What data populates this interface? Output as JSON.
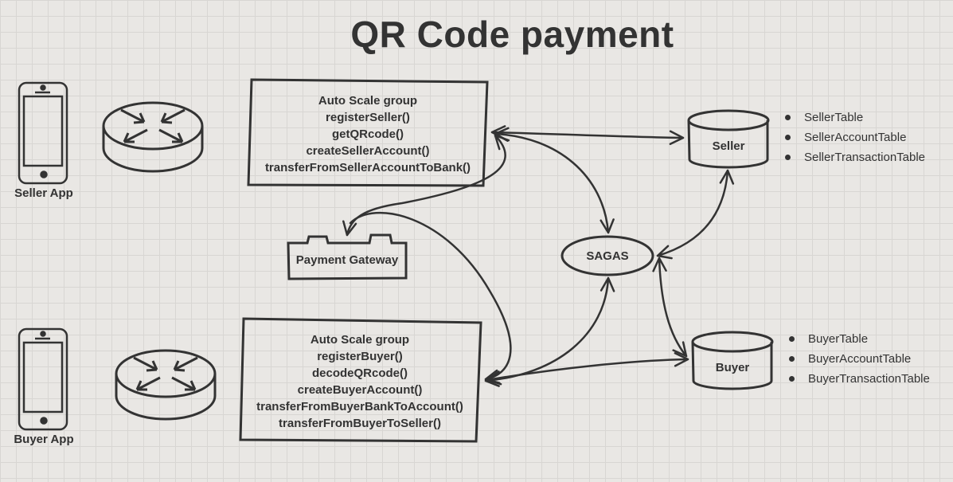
{
  "title": "QR Code payment",
  "seller_app": {
    "label": "Seller App"
  },
  "buyer_app": {
    "label": "Buyer App"
  },
  "seller_service": {
    "lines": [
      "Auto Scale group",
      "registerSeller()",
      "getQRcode()",
      "createSellerAccount()",
      "transferFromSellerAccountToBank()"
    ]
  },
  "buyer_service": {
    "lines": [
      "Auto Scale group",
      "registerBuyer()",
      "decodeQRcode()",
      "createBuyerAccount()",
      "transferFromBuyerBankToAccount()",
      "transferFromBuyerToSeller()"
    ]
  },
  "payment_gateway": {
    "label": "Payment Gateway"
  },
  "sagas": {
    "label": "SAGAS"
  },
  "seller_db": {
    "label": "Seller",
    "tables": [
      "SellerTable",
      "SellerAccountTable",
      "SellerTransactionTable"
    ]
  },
  "buyer_db": {
    "label": "Buyer",
    "tables": [
      "BuyerTable",
      "BuyerAccountTable",
      "BuyerTransactionTable"
    ]
  },
  "icons": {
    "phone": "mobile-phone-icon",
    "router": "router-icon",
    "gateway": "gateway-icon",
    "database": "database-icon"
  },
  "colors": {
    "stroke": "#333333",
    "background": "#e9e7e4"
  }
}
